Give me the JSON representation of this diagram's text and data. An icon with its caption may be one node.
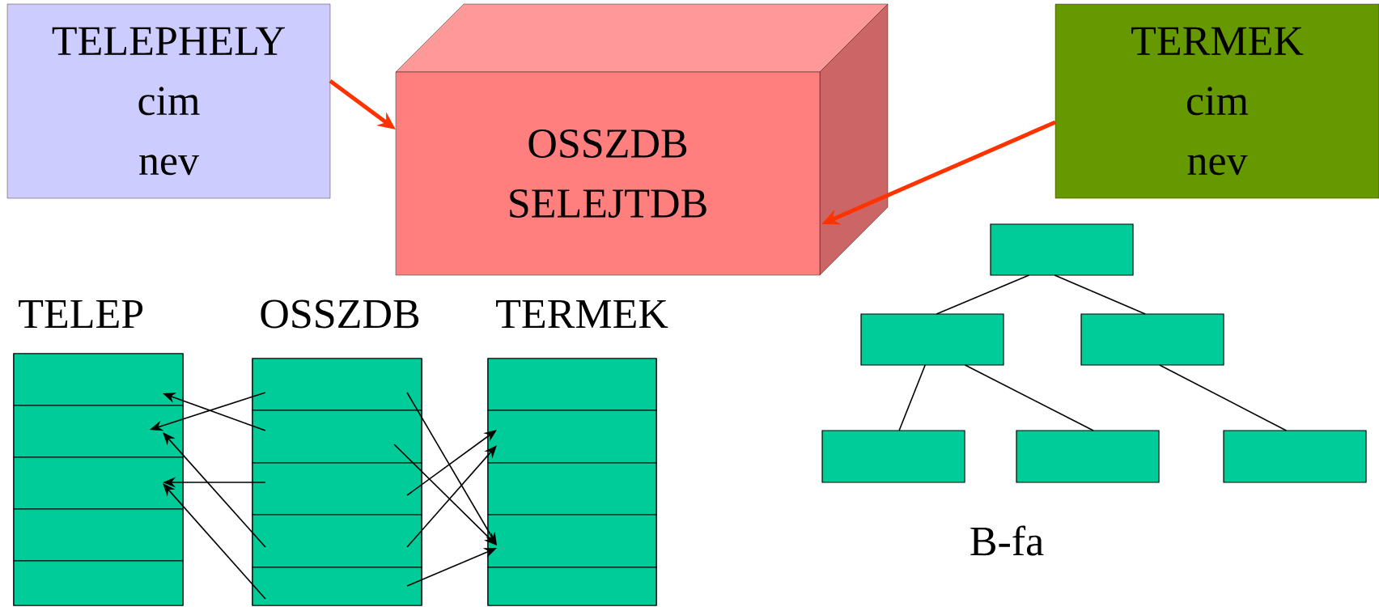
{
  "diagram": {
    "nodes": [
      {
        "text": [
          "TELEPHELY",
          "cim",
          "nev"
        ]
      },
      {
        "text": [
          "OSSZDB",
          "SELEJTDB"
        ]
      },
      {
        "text": [
          "TERMEK",
          "cim",
          "nev"
        ]
      },
      {
        "text": [
          "TELEP"
        ]
      },
      {
        "text": [],
        "shape": "box",
        "in": 3
      },
      {
        "text": [],
        "shape": "box",
        "in": 3
      },
      {
        "text": [],
        "shape": "box",
        "in": 3
      },
      {
        "text": [],
        "shape": "box",
        "in": 3
      },
      {
        "text": [],
        "shape": "box",
        "in": 3
      },
      {
        "text": [
          "OSSZDB"
        ]
      },
      {
        "text": [],
        "shape": "box",
        "in": 9
      },
      {
        "text": [],
        "shape": "box",
        "in": 9
      },
      {
        "text": [],
        "shape": "box",
        "in": 9
      },
      {
        "text": [],
        "shape": "box",
        "in": 9
      },
      {
        "text": [],
        "shape": "box",
        "in": 9
      },
      {
        "text": [
          "TERMEK"
        ]
      },
      {
        "text": [],
        "shape": "box",
        "in": 15
      },
      {
        "text": [],
        "shape": "box",
        "in": 15
      },
      {
        "text": [],
        "shape": "box",
        "in": 15
      },
      {
        "text": [],
        "shape": "box",
        "in": 15
      },
      {
        "text": [],
        "shape": "box",
        "in": 15
      },
      {
        "text": [],
        "shape": "box"
      },
      {
        "text": [],
        "shape": "box"
      },
      {
        "text": [],
        "shape": "box"
      },
      {
        "text": [],
        "shape": "box"
      },
      {
        "text": [],
        "shape": "box"
      },
      {
        "text": [],
        "shape": "box"
      }
    ],
    "edges": [
      {
        "from": 0,
        "to": 1,
        "arrow": "to",
        "style": "thick",
        "color": "#ff3300"
      },
      {
        "from": 2,
        "to": 1,
        "arrow": "to",
        "style": "thick",
        "color": "#ff3300"
      },
      {
        "from": 10,
        "to": 5,
        "arrow": "to"
      },
      {
        "from": 11,
        "to": 4,
        "arrow": "to"
      },
      {
        "from": 12,
        "to": 6,
        "arrow": "to"
      },
      {
        "from": 13,
        "to": 5,
        "arrow": "to"
      },
      {
        "from": 14,
        "to": 6,
        "arrow": "to"
      },
      {
        "from": 10,
        "to": 19,
        "arrow": "to"
      },
      {
        "from": 11,
        "to": 19,
        "arrow": "to"
      },
      {
        "from": 12,
        "to": 17,
        "arrow": "to"
      },
      {
        "from": 13,
        "to": 17,
        "arrow": "to"
      },
      {
        "from": 14,
        "to": 19,
        "arrow": "to"
      },
      {
        "from": 21,
        "to": 22,
        "arrow": "none"
      },
      {
        "from": 21,
        "to": 23,
        "arrow": "none"
      },
      {
        "from": 22,
        "to": 24,
        "arrow": "none"
      },
      {
        "from": 22,
        "to": 25,
        "arrow": "none"
      },
      {
        "from": 23,
        "to": 26,
        "arrow": "none"
      }
    ],
    "labels": [
      "B-fa"
    ]
  }
}
